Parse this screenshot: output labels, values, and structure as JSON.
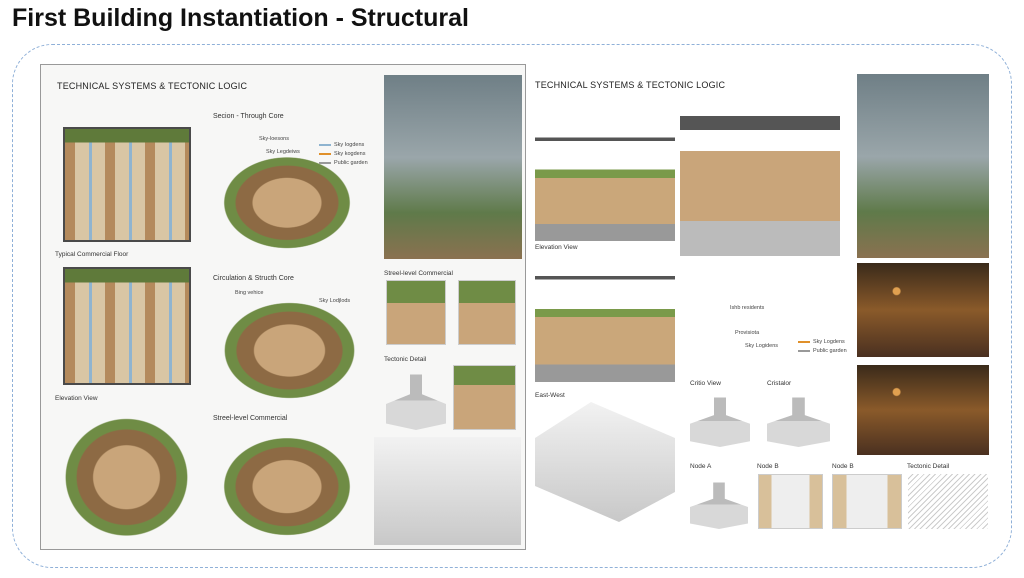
{
  "slide": {
    "title": "First Building Instantiation - Structural"
  },
  "left_poster": {
    "title": "TECHNICAL SYSTEMS & TECTONIC LOGIC",
    "section_label": "Secion - Through Core",
    "typical_floor_label": "Typical Commercial Floor",
    "circulation_label": "Circulation & Struсth Core",
    "elevation_label": "Elevation View",
    "street_label_1": "Streel-level Commercial",
    "street_label_2": "Streel-level Commercial",
    "tectonic_label": "Tectonic Detail",
    "legend": [
      {
        "label": "Sky Iogdens",
        "color": "#8fb4d0"
      },
      {
        "label": "Sky kogdens",
        "color": "#e0902a"
      },
      {
        "label": "Public garden",
        "color": "#999999"
      }
    ],
    "callouts": [
      "Sky-loesons",
      "Sky Legdeiws",
      "Bing vehice",
      "Sky Lodjlods"
    ]
  },
  "right_panel": {
    "title": "TECHNICAL SYSTEMS & TECTONIC LOGIC",
    "elevation_label": "Elevation View",
    "east_west_label": "East-West",
    "critic_label": "Critio View",
    "cristalor_label": "Cristalor",
    "node_labels": [
      "Node A",
      "Node B",
      "Node B"
    ],
    "tectonic_label": "Tectonic Detail",
    "callouts": [
      "Ishb residents",
      "Provisiota",
      "Sky Logidens"
    ],
    "legend": [
      {
        "label": "Sky Logdens",
        "color": "#e0902a"
      },
      {
        "label": "Public garden",
        "color": "#999999"
      }
    ]
  }
}
